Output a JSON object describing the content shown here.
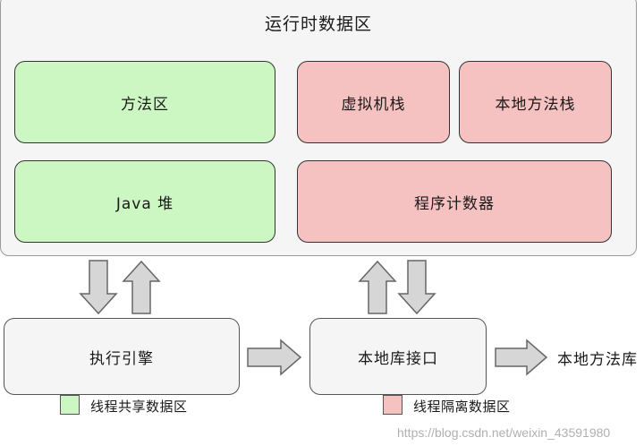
{
  "runtime": {
    "title": "运行时数据区",
    "method_area": "方法区",
    "java_heap": "Java 堆",
    "vm_stack": "虚拟机栈",
    "native_method_stack": "本地方法栈",
    "program_counter": "程序计数器"
  },
  "bottom": {
    "execution_engine": "执行引擎",
    "native_interface": "本地库接口",
    "native_library": "本地方法库"
  },
  "legend": {
    "shared": "线程共享数据区",
    "private": "线程隔离数据区"
  },
  "watermark": "https://blog.csdn.net/weixin_43591980",
  "colors": {
    "shared_fill": "#ccf7c2",
    "private_fill": "#f6c1c1",
    "container_fill": "#f5f5f5",
    "arrow_fill": "#d6d6d6"
  }
}
